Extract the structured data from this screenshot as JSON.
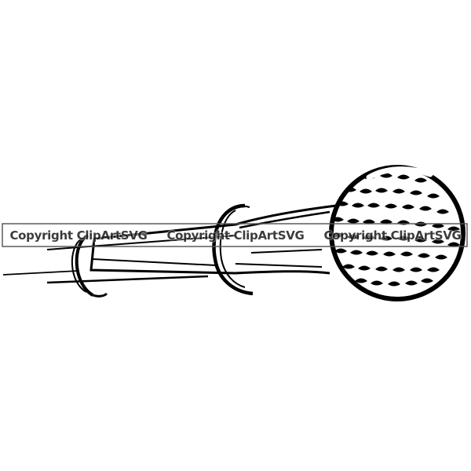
{
  "image": {
    "subject": "golf-ball-in-flight",
    "colors": {
      "background": "#ffffff",
      "ink": "#000000"
    }
  },
  "watermark": {
    "segments": [
      "Copyright ClipArtSVG",
      "Copyright ClipArtSVG",
      "Copyright ClipArtSVG"
    ]
  }
}
